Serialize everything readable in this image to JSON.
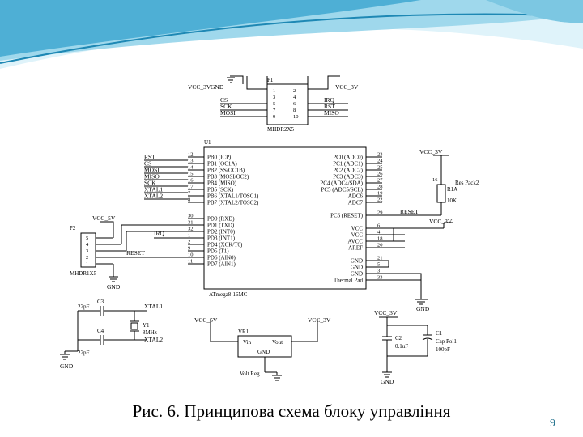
{
  "slide": {
    "caption": "Рис. 6.  Принципова схема блоку управління",
    "page_number": "9"
  },
  "colors": {
    "banner_dark": "#1e88b4",
    "banner_light": "#bfe6f3",
    "wire": "#000000"
  },
  "p1": {
    "ref": "P1",
    "part": "MHDR2X5",
    "left_pins": [
      "1",
      "3",
      "5",
      "7",
      "9"
    ],
    "right_pins": [
      "2",
      "4",
      "6",
      "8",
      "10"
    ],
    "left_nets": [
      "CS",
      "SCK",
      "MOSI"
    ],
    "right_nets": [
      "IRQ",
      "RST",
      "MISO"
    ],
    "pwr_left": "VCC_3V",
    "gnd_left": "GND",
    "pwr_right": "VCC_3V"
  },
  "u1": {
    "ref": "U1",
    "part": "ATmega8-16MC",
    "left_pins": [
      {
        "num": "12",
        "name": "PB0 (ICP)",
        "net": "RST"
      },
      {
        "num": "13",
        "name": "PB1 (OC1A)",
        "net": "CS"
      },
      {
        "num": "14",
        "name": "PB2 (SS/OC1B)",
        "net": "MOSI"
      },
      {
        "num": "15",
        "name": "PB3 (MOSI/OC2)",
        "net": "MISO"
      },
      {
        "num": "16",
        "name": "PB4 (MISO)",
        "net": "SCK"
      },
      {
        "num": "17",
        "name": "PB5 (SCK)",
        "net": "XTAL1"
      },
      {
        "num": "7",
        "name": "PB6 (XTAL1/TOSC1)",
        "net": "XTAL2"
      },
      {
        "num": "8",
        "name": "PB7 (XTAL2/TOSC2)",
        "net": ""
      },
      {
        "num": "30",
        "name": "PD0 (RXD)",
        "net": ""
      },
      {
        "num": "31",
        "name": "PD1 (TXD)",
        "net": ""
      },
      {
        "num": "32",
        "name": "PD2 (INT0)",
        "net": "IRQ"
      },
      {
        "num": "1",
        "name": "PD3 (INT1)",
        "net": ""
      },
      {
        "num": "2",
        "name": "PD4 (XCK/T0)",
        "net": ""
      },
      {
        "num": "9",
        "name": "PD5 (T1)",
        "net": ""
      },
      {
        "num": "10",
        "name": "PD6 (AIN0)",
        "net": ""
      },
      {
        "num": "11",
        "name": "PD7 (AIN1)",
        "net": ""
      }
    ],
    "right_pins": [
      {
        "num": "23",
        "name": "PC0 (ADC0)"
      },
      {
        "num": "24",
        "name": "PC1 (ADC1)"
      },
      {
        "num": "25",
        "name": "PC2 (ADC2)"
      },
      {
        "num": "26",
        "name": "PC3 (ADC3)"
      },
      {
        "num": "27",
        "name": "PC4 (ADC4/SDA)"
      },
      {
        "num": "28",
        "name": "PC5 (ADC5/SCL)"
      },
      {
        "num": "19",
        "name": "ADC6"
      },
      {
        "num": "22",
        "name": "ADC7"
      },
      {
        "num": "29",
        "name": "PC6 (RESET)"
      },
      {
        "num": "6",
        "name": "VCC"
      },
      {
        "num": "4",
        "name": "VCC"
      },
      {
        "num": "18",
        "name": "AVCC"
      },
      {
        "num": "20",
        "name": "AREF"
      },
      {
        "num": "21",
        "name": "GND"
      },
      {
        "num": "5",
        "name": "GND"
      },
      {
        "num": "3",
        "name": "GND"
      },
      {
        "num": "33",
        "name": "Thermal Pad"
      }
    ],
    "reset_net": "RESET",
    "vcc_net": "VCC_3V",
    "gnd": "GND"
  },
  "r1": {
    "ref": "R1A",
    "value": "10K",
    "pack": "Res Pack2",
    "pin": "16",
    "pwr": "VCC_3V"
  },
  "p2": {
    "ref": "P2",
    "part": "MHDR1X5",
    "pins": [
      "5",
      "4",
      "3",
      "2",
      "1"
    ],
    "pwr": "VCC_5V",
    "irq": "IRQ",
    "reset": "RESET",
    "gnd": "GND"
  },
  "crystal": {
    "c3_ref": "C3",
    "c3_val": "22pF",
    "c4_ref": "C4",
    "c4_val": "22pF",
    "y_ref": "Y1",
    "y_val": "8MHz",
    "xtal1": "XTAL1",
    "xtal2": "XTAL2",
    "gnd": "GND"
  },
  "vr1": {
    "ref": "VR1",
    "vin": "Vin",
    "vout": "Vout",
    "gnd": "GND",
    "label": "Volt Reg",
    "in_net": "VCC_5V",
    "out_net": "VCC_3V"
  },
  "caps": {
    "pwr": "VCC_3V",
    "c2_ref": "C2",
    "c2_val": "0.1uF",
    "c1_ref": "C1",
    "c1_type": "Cap Pol1",
    "c1_val": "100pF",
    "gnd": "GND"
  }
}
